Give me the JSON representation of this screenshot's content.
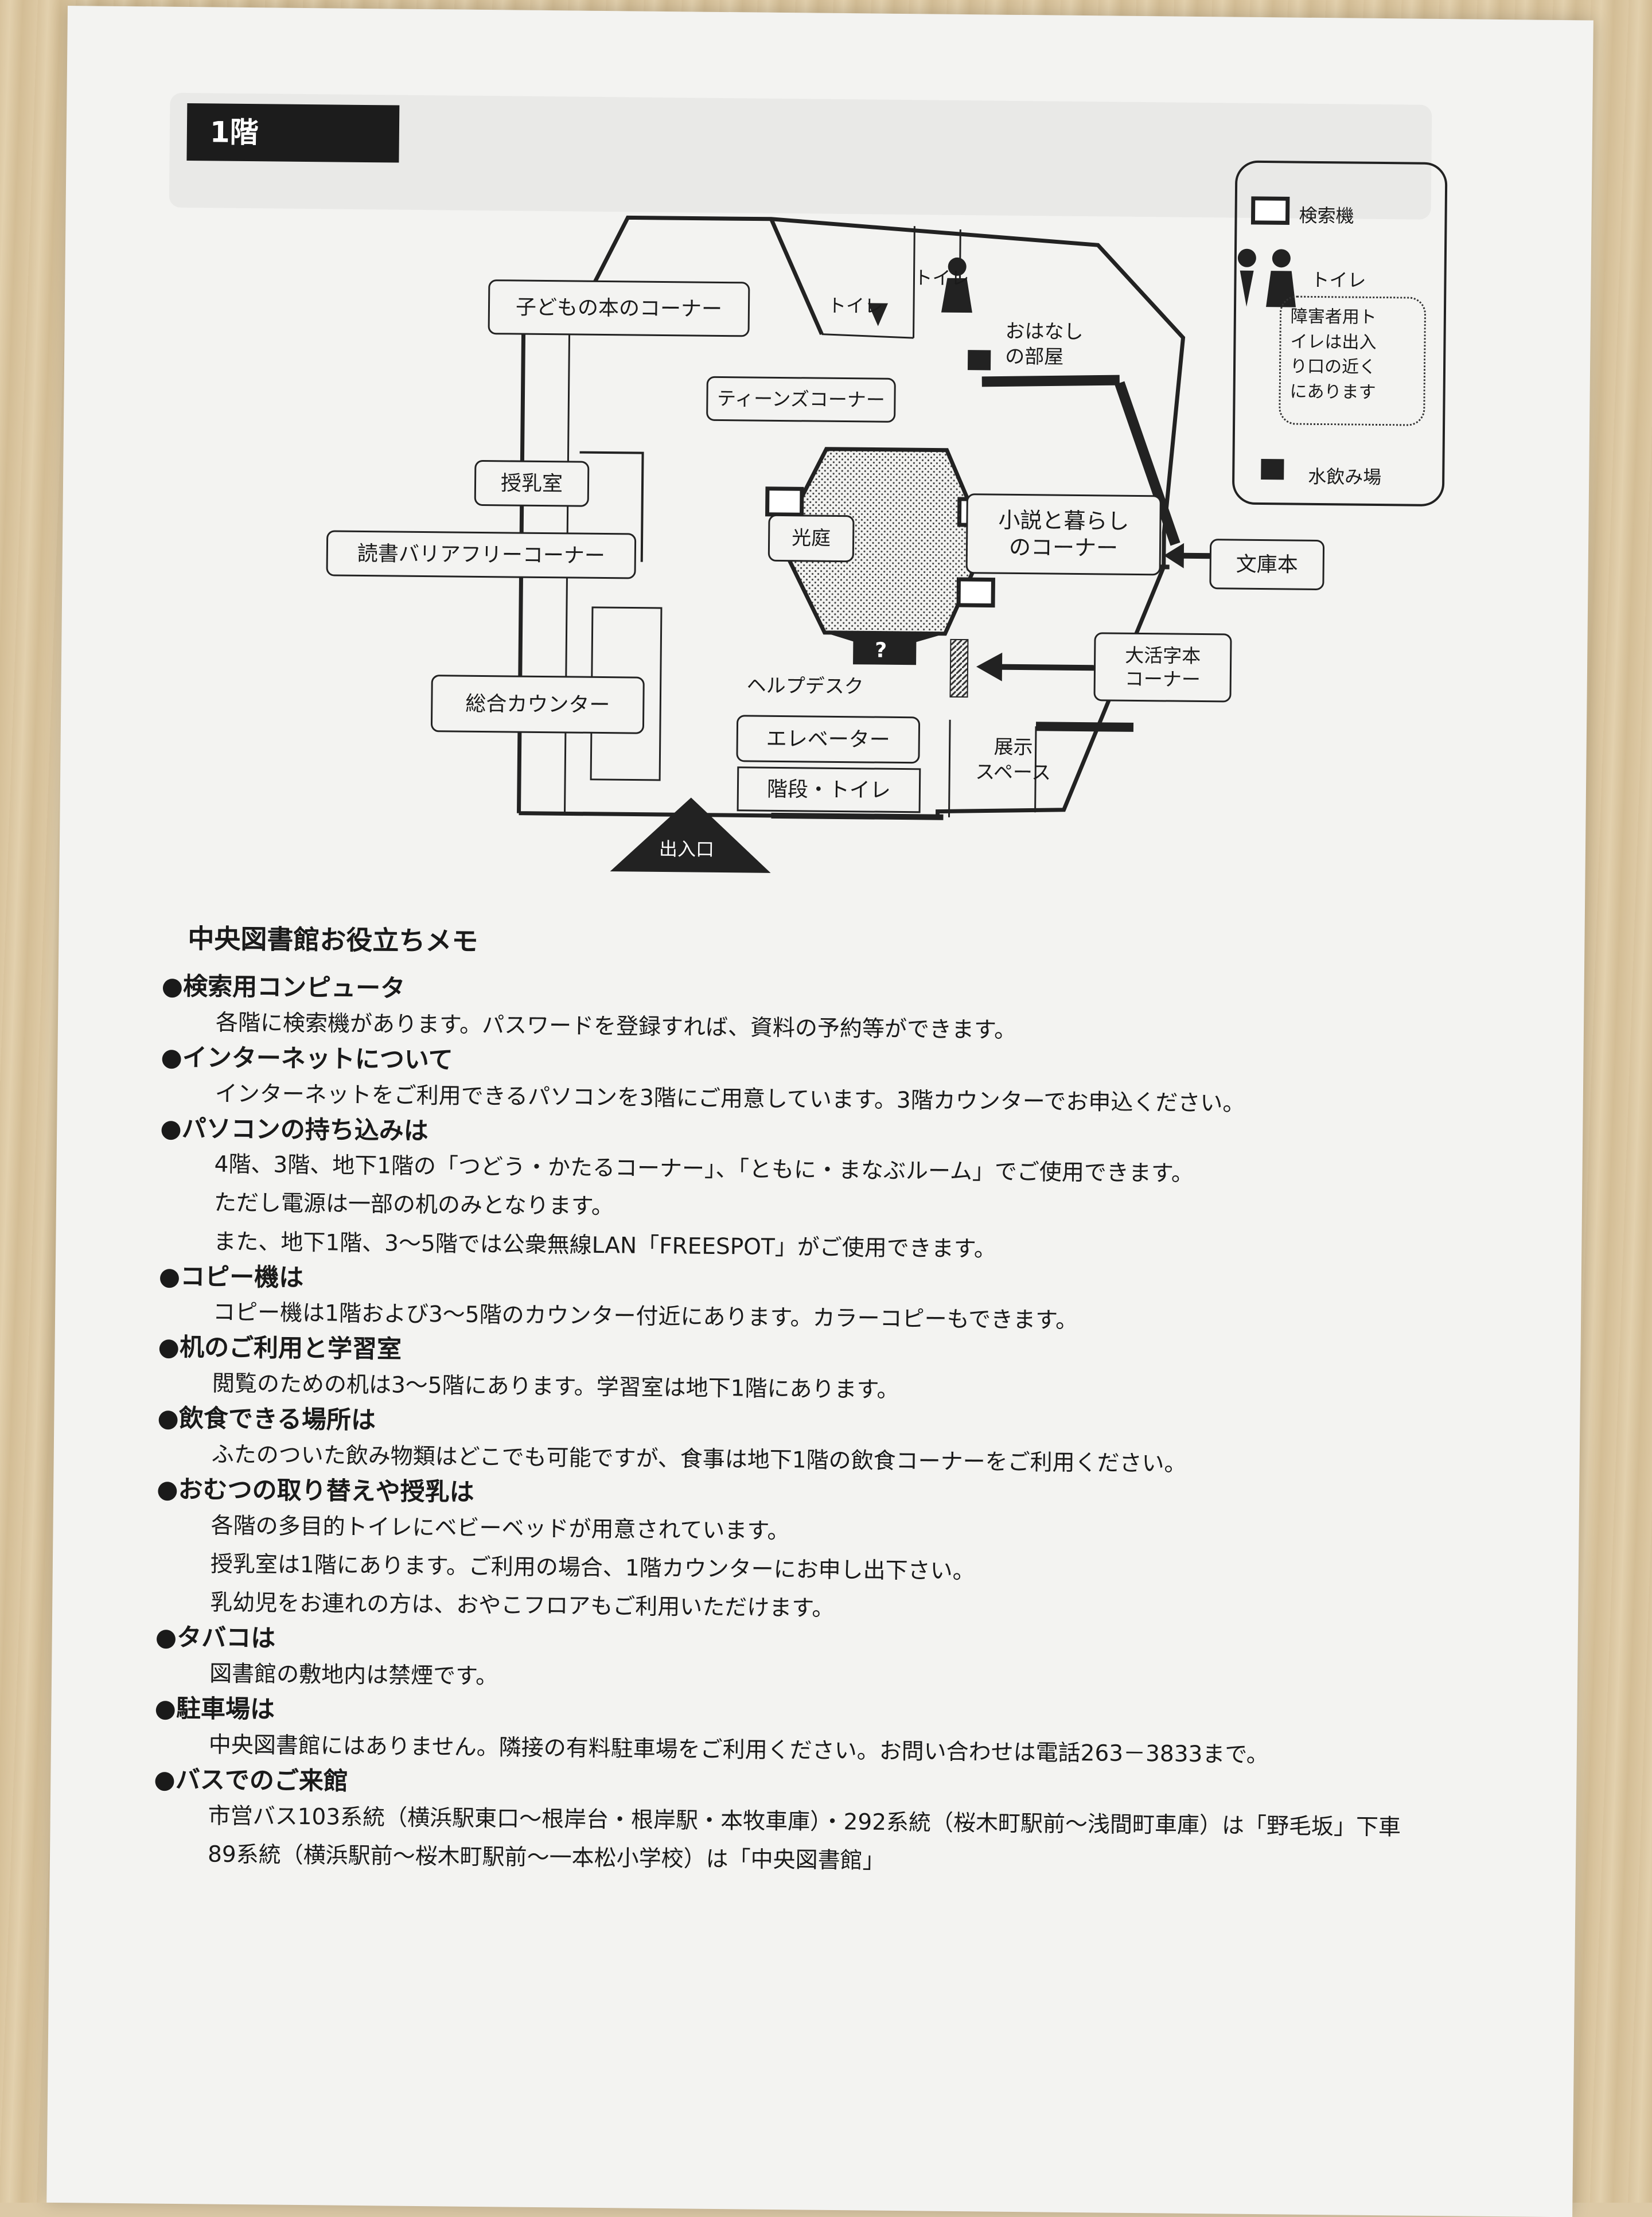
{
  "floor": "1階",
  "map": {
    "rooms": {
      "kids": "子どもの本のコーナー",
      "toilet_left": "トイレ",
      "toilet_right": "トイレ",
      "story_room": "おはなし\nの部屋",
      "teens": "ティーンズコーナー",
      "nursing": "授乳室",
      "barrier_free": "読書バリアフリーコーナー",
      "courtyard": "光庭",
      "novels": "小説と暮らし\nのコーナー",
      "bunko": "文庫本",
      "large_print": "大活字本\nコーナー",
      "help_mark": "?",
      "help_desk": "ヘルプデスク",
      "general_counter": "総合カウンター",
      "elevator": "エレベーター",
      "stairs": "階段・トイレ",
      "exhibition": "展示\nスペース",
      "entrance": "出入口"
    },
    "legend": {
      "search": "検索機",
      "toilet": "トイレ",
      "accessible_note": "障害者用ト\nイレは出入\nり口の近く\nにあります",
      "water": "水飲み場"
    }
  },
  "memo": {
    "title": "中央図書館お役立ちメモ",
    "items": [
      {
        "heading": "●検索用コンピュータ",
        "lines": [
          "各階に検索機があります。パスワードを登録すれば、資料の予約等ができます。"
        ]
      },
      {
        "heading": "●インターネットについて",
        "lines": [
          "インターネットをご利用できるパソコンを3階にご用意しています。3階カウンターでお申込ください。"
        ]
      },
      {
        "heading": "●パソコンの持ち込みは",
        "lines": [
          "4階、3階、地下1階の「つどう・かたるコーナー」、「ともに・まなぶルーム」でご使用できます。",
          "ただし電源は一部の机のみとなります。",
          "また、地下1階、3～5階では公衆無線LAN「FREESPOT」がご使用できます。"
        ]
      },
      {
        "heading": "●コピー機は",
        "lines": [
          "コピー機は1階および3～5階のカウンター付近にあります。カラーコピーもできます。"
        ]
      },
      {
        "heading": "●机のご利用と学習室",
        "lines": [
          "閲覧のための机は3～5階にあります。学習室は地下1階にあります。"
        ]
      },
      {
        "heading": "●飲食できる場所は",
        "lines": [
          "ふたのついた飲み物類はどこでも可能ですが、食事は地下1階の飲食コーナーをご利用ください。"
        ]
      },
      {
        "heading": "●おむつの取り替えや授乳は",
        "lines": [
          "各階の多目的トイレにベビーベッドが用意されています。",
          "授乳室は1階にあります。ご利用の場合、1階カウンターにお申し出下さい。",
          "乳幼児をお連れの方は、おやこフロアもご利用いただけます。"
        ]
      },
      {
        "heading": "●タバコは",
        "lines": [
          "図書館の敷地内は禁煙です。"
        ]
      },
      {
        "heading": "●駐車場は",
        "lines": [
          "中央図書館にはありません。隣接の有料駐車場をご利用ください。お問い合わせは電話263－3833まで。"
        ]
      },
      {
        "heading": "●バスでのご来館",
        "lines": [
          "市営バス103系統（横浜駅東口～根岸台・根岸駅・本牧車庫）・292系統（桜木町駅前～浅間町車庫）は「野毛坂」下車",
          "89系統（横浜駅前～桜木町駅前～一本松小学校）は「中央図書館」"
        ]
      }
    ]
  }
}
